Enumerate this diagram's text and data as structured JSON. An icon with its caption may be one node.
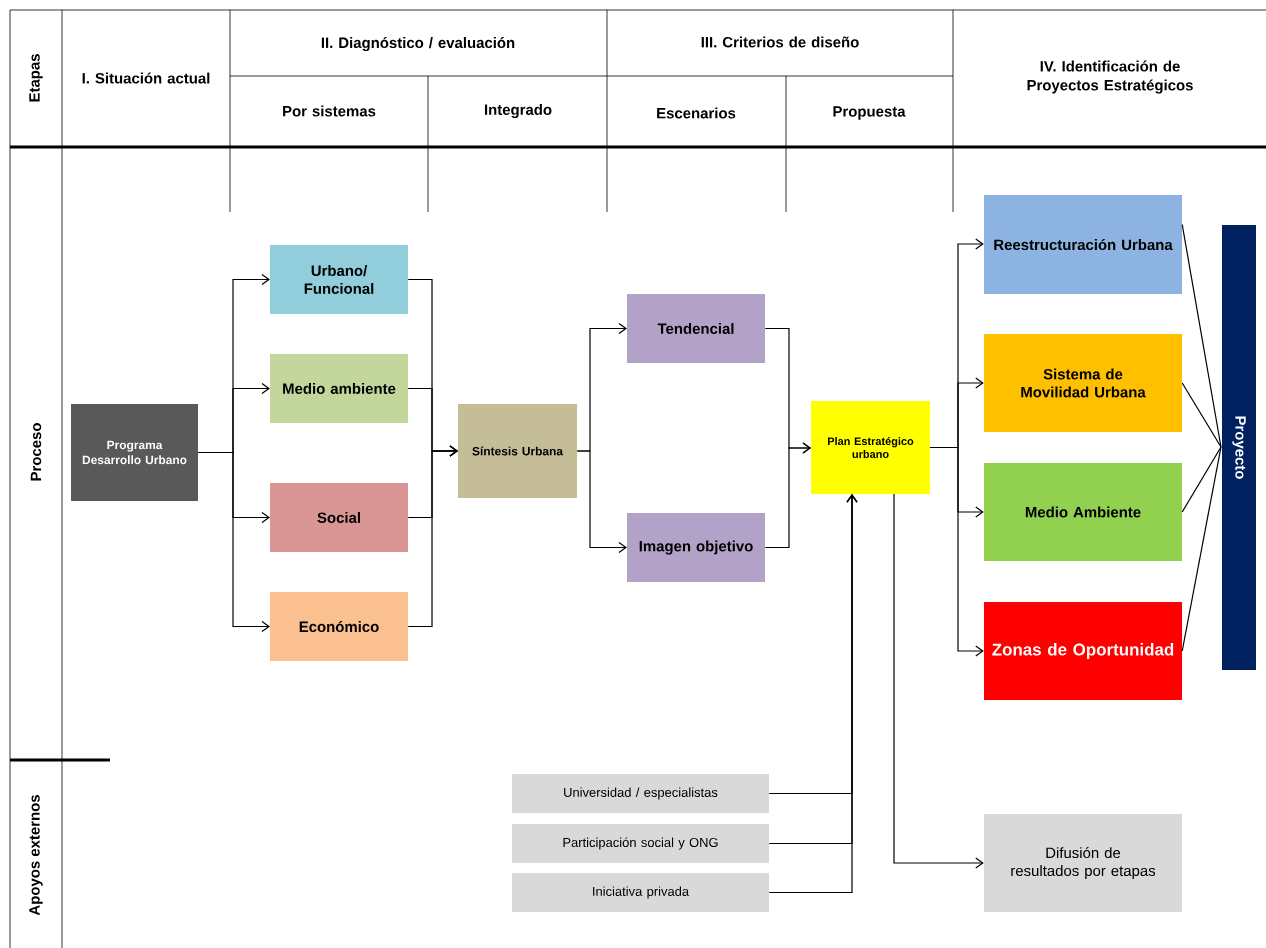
{
  "diagram": {
    "nodes": [
      {
        "text": [
          "Programa Desarrollo Urbano"
        ]
      },
      {
        "text": [
          "Urbano/ Funcional"
        ]
      },
      {
        "text": [
          "Medio ambiente"
        ]
      },
      {
        "text": [
          "Social"
        ]
      },
      {
        "text": [
          "Económico"
        ]
      },
      {
        "text": [
          "Síntesis Urbana"
        ]
      },
      {
        "text": [
          "Tendencial"
        ]
      },
      {
        "text": [
          "Imagen objetivo"
        ]
      },
      {
        "text": [
          "Plan Estratégico urbano"
        ]
      },
      {
        "text": [
          "Reestructuración Urbana"
        ]
      },
      {
        "text": [
          "Sistema de Movilidad Urbana"
        ]
      },
      {
        "text": [
          "Medio Ambiente"
        ]
      },
      {
        "text": [
          "Zonas de Oportunidad"
        ]
      },
      {
        "text": [
          "Proyecto"
        ]
      },
      {
        "text": [
          "Universidad / especialistas"
        ]
      },
      {
        "text": [
          "Participación social y ONG"
        ]
      },
      {
        "text": [
          "Iniciativa privada"
        ]
      },
      {
        "text": [
          "Difusión de resultados por etapas"
        ]
      }
    ],
    "edges": [
      {
        "from": 0,
        "to": 1,
        "arrow": "to"
      },
      {
        "from": 0,
        "to": 2,
        "arrow": "to"
      },
      {
        "from": 0,
        "to": 3,
        "arrow": "to"
      },
      {
        "from": 0,
        "to": 4,
        "arrow": "to"
      },
      {
        "from": 1,
        "to": 5,
        "arrow": "to"
      },
      {
        "from": 2,
        "to": 5,
        "arrow": "to"
      },
      {
        "from": 3,
        "to": 5,
        "arrow": "to"
      },
      {
        "from": 4,
        "to": 5,
        "arrow": "to"
      },
      {
        "from": 5,
        "to": 6,
        "arrow": "to"
      },
      {
        "from": 5,
        "to": 7,
        "arrow": "to"
      },
      {
        "from": 6,
        "to": 8,
        "arrow": "to"
      },
      {
        "from": 7,
        "to": 8,
        "arrow": "to"
      },
      {
        "from": 8,
        "to": 9,
        "arrow": "to"
      },
      {
        "from": 8,
        "to": 10,
        "arrow": "to"
      },
      {
        "from": 8,
        "to": 11,
        "arrow": "to"
      },
      {
        "from": 8,
        "to": 12,
        "arrow": "to"
      },
      {
        "from": 9,
        "to": 13,
        "arrow": "none"
      },
      {
        "from": 10,
        "to": 13,
        "arrow": "none"
      },
      {
        "from": 11,
        "to": 13,
        "arrow": "none"
      },
      {
        "from": 12,
        "to": 13,
        "arrow": "none"
      },
      {
        "from": 14,
        "to": 8,
        "arrow": "to"
      },
      {
        "from": 15,
        "to": 8,
        "arrow": "to"
      },
      {
        "from": 16,
        "to": 8,
        "arrow": "to"
      },
      {
        "from": 8,
        "to": 17,
        "arrow": "to"
      }
    ],
    "labels": [
      "Etapas",
      "I. Situación actual",
      "II. Diagnóstico / evaluación",
      "III. Criterios de diseño",
      "IV. Identificación de Proyectos Estratégicos",
      "Por sistemas",
      "Integrado",
      "Escenarios",
      "Propuesta",
      "Proceso",
      "Apoyos externos"
    ]
  }
}
